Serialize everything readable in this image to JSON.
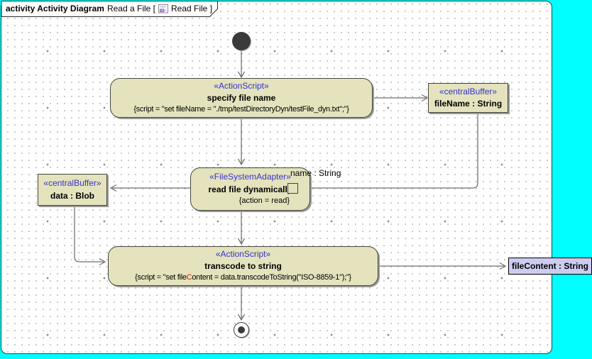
{
  "frame": {
    "tab": {
      "title_bold": "activity Activity Diagram",
      "before_icon": "Read a File [",
      "after_icon": "Read File ]"
    }
  },
  "colors": {
    "background_cyan": "#00ffff",
    "node_fill": "#e4e3bd",
    "stereotype_blue": "#3333cc",
    "object_node_fill": "#ccccf0",
    "highlight_red": "#cc2200",
    "edge": "#4a4a4a"
  },
  "nodes": {
    "specify": {
      "stereotype": "«ActionScript»",
      "name": "specify file name",
      "script": "{script = \"set fileName = \"./tmp/testDirectoryDyn/testFile_dyn.txt\";\"}"
    },
    "filename_buffer": {
      "stereotype": "«centralBuffer»",
      "name": "fileName : String"
    },
    "read": {
      "stereotype": "«FileSystemAdapter»",
      "name": "read file dynamically",
      "constraint": "{action = read}"
    },
    "data_buffer": {
      "stereotype": "«centralBuffer»",
      "name": "data : Blob"
    },
    "transcode": {
      "stereotype": "«ActionScript»",
      "name": "transcode to string",
      "script_prefix": "{script = \"set file",
      "script_highlight": "C",
      "script_suffix": "ontent = data.transcodeToString(\"ISO-8859-1\");\"}"
    },
    "file_content": {
      "name": "fileContent : String"
    },
    "pin": {
      "label": "name : String"
    }
  }
}
